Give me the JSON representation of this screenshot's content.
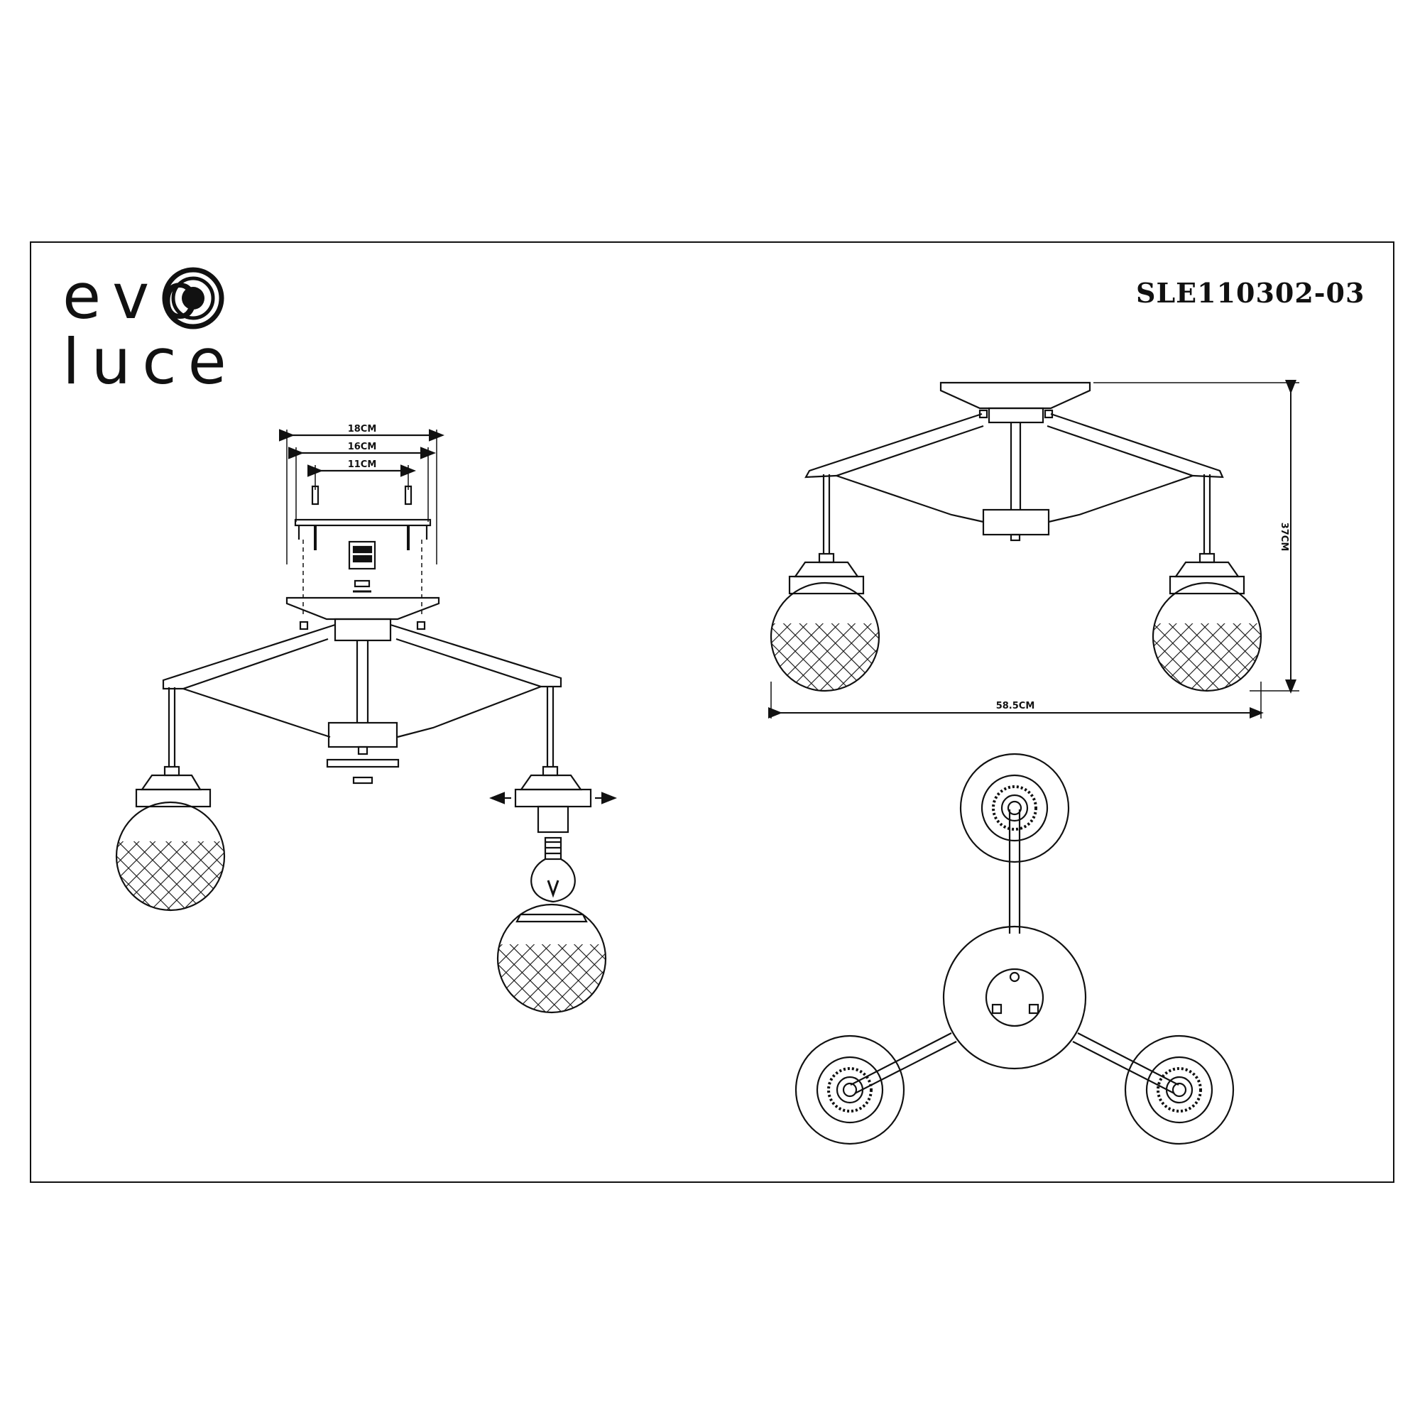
{
  "logo": {
    "line1": "evo",
    "line2": "luce"
  },
  "model": "SLE110302-03",
  "dimensions": {
    "mount_outer": "18CM",
    "mount_mid": "16CM",
    "mount_inner": "11CM",
    "height": "37CM",
    "width": "58.5CM"
  }
}
